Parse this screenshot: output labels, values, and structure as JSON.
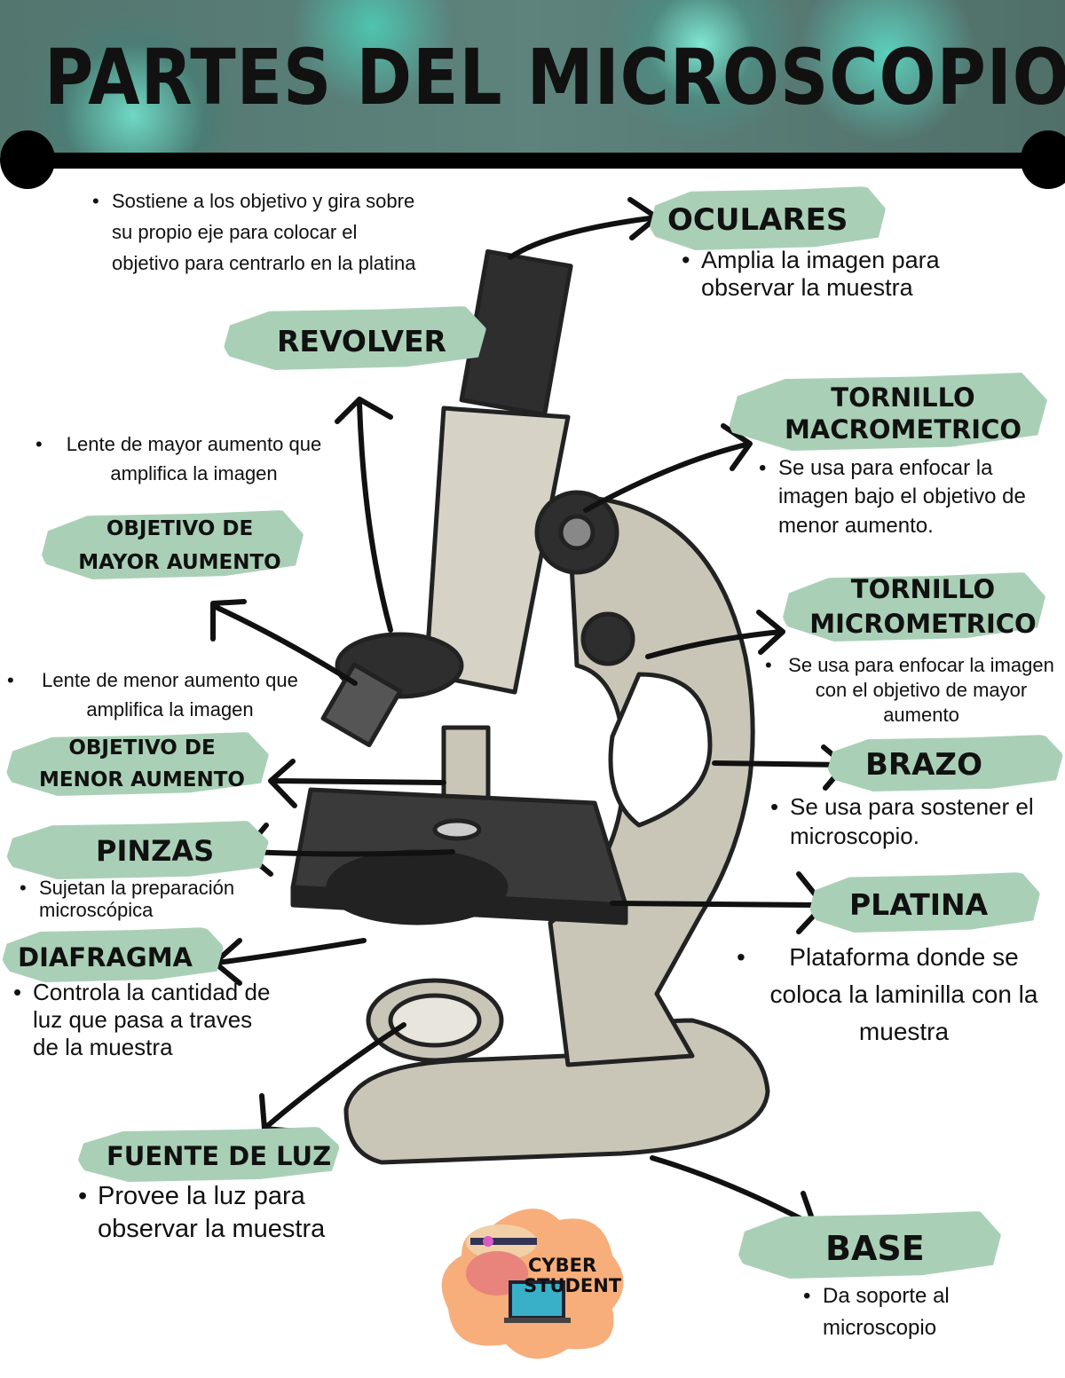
{
  "title": "PARTES DEL MICROSCOPIO",
  "parts": {
    "oculares": {
      "label": "OCULARES",
      "desc": "Amplia la imagen para observar la muestra"
    },
    "revolver": {
      "label": "REVOLVER",
      "desc": "Sostiene a los objetivo y gira sobre su propio eje para colocar el objetivo para centrarlo en la platina"
    },
    "macrometrico": {
      "label1": "TORNILLO",
      "label2": "MACROMETRICO",
      "desc": "Se usa para enfocar la imagen bajo el objetivo de menor aumento."
    },
    "mayor": {
      "label1": "OBJETIVO DE",
      "label2": "MAYOR AUMENTO",
      "desc": "Lente de mayor aumento que amplifica la imagen"
    },
    "micrometrico": {
      "label1": "TORNILLO",
      "label2": "MICROMETRICO",
      "desc": "Se usa para enfocar la imagen con el objetivo de mayor aumento"
    },
    "menor": {
      "label1": "OBJETIVO DE",
      "label2": "MENOR AUMENTO",
      "desc": "Lente de menor aumento que amplifica la imagen"
    },
    "brazo": {
      "label": "BRAZO",
      "desc": "Se usa para sostener el microscopio."
    },
    "pinzas": {
      "label": "PINZAS",
      "desc": "Sujetan la preparación microscópica"
    },
    "platina": {
      "label": "PLATINA",
      "desc": "Plataforma donde se coloca la laminilla con la muestra"
    },
    "diafragma": {
      "label": "DIAFRAGMA",
      "desc": "Controla la cantidad de luz que pasa a traves de la muestra"
    },
    "fuente": {
      "label": "FUENTE DE LUZ",
      "desc": "Provee la luz para observar la muestra"
    },
    "base": {
      "label": "BASE",
      "desc": "Da soporte al microscopio"
    }
  },
  "logo": {
    "line1": "CYBER",
    "line2": "STUDENT"
  },
  "colors": {
    "label_bg": "#a9d0b6",
    "header": "#5d837c",
    "body": "#c9c6b8",
    "dark": "#2e2e2e"
  }
}
